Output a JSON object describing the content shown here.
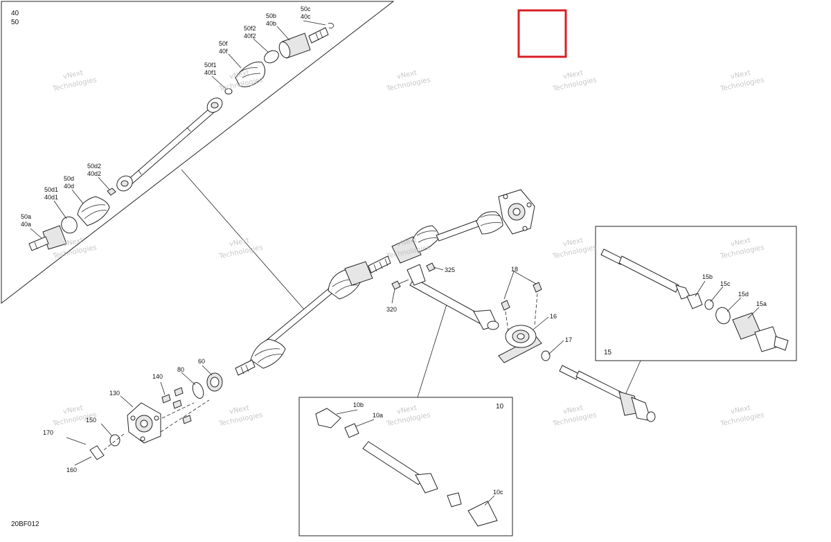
{
  "diagram": {
    "reference_code": "20BF012",
    "header_labels": [
      "40",
      "50"
    ],
    "watermark_line1": "vNext",
    "watermark_line2": "Technologies",
    "callouts": {
      "c50c": "50c",
      "c40c": "40c",
      "c50b": "50b",
      "c40b": "40b",
      "c50f2": "50f2",
      "c40f2": "40f2",
      "c50f": "50f",
      "c40f": "40f",
      "c50f1": "50f1",
      "c40f1": "40f1",
      "c50d2": "50d2",
      "c40d2": "40d2",
      "c50d": "50d",
      "c40d": "40d",
      "c50d1": "50d1",
      "c40d1": "40d1",
      "c50a": "50a",
      "c40a": "40a",
      "c325": "325",
      "c320": "320",
      "c18": "18",
      "c16": "16",
      "c17": "17",
      "c15b": "15b",
      "c15c": "15c",
      "c15d": "15d",
      "c15a": "15a",
      "c15": "15",
      "c140": "140",
      "c80": "80",
      "c60": "60",
      "c130": "130",
      "c150": "150",
      "c170": "170",
      "c160": "160",
      "c10b": "10b",
      "c10a": "10a",
      "c10": "10",
      "c10c": "10c"
    }
  }
}
